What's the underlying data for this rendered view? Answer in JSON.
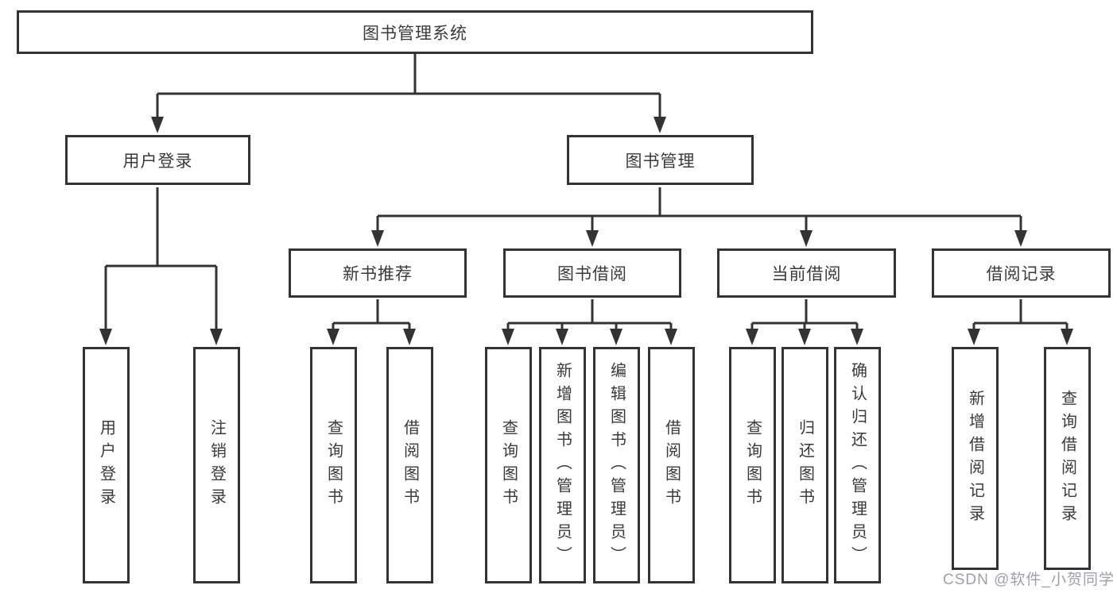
{
  "tree": {
    "root": "图书管理系统",
    "user_login": {
      "label": "用户登录",
      "children": [
        "用户登录",
        "注销登录"
      ]
    },
    "book_mgmt": {
      "label": "图书管理",
      "sections": [
        {
          "label": "新书推荐",
          "children": [
            "查询图书",
            "借阅图书"
          ]
        },
        {
          "label": "图书借阅",
          "children": [
            "查询图书",
            "新增图书（管理员）",
            "编辑图书（管理员）",
            "借阅图书"
          ]
        },
        {
          "label": "当前借阅",
          "children": [
            "查询图书",
            "归还图书",
            "确认归还（管理员）"
          ]
        },
        {
          "label": "借阅记录",
          "children": [
            "新增借阅记录",
            "查询借阅记录"
          ]
        }
      ]
    }
  },
  "watermark": "CSDN @软件_小贺同学",
  "colors": {
    "line": "#333333",
    "box_border": "#333333",
    "text": "#3a3a3a",
    "watermark": "#848490"
  }
}
